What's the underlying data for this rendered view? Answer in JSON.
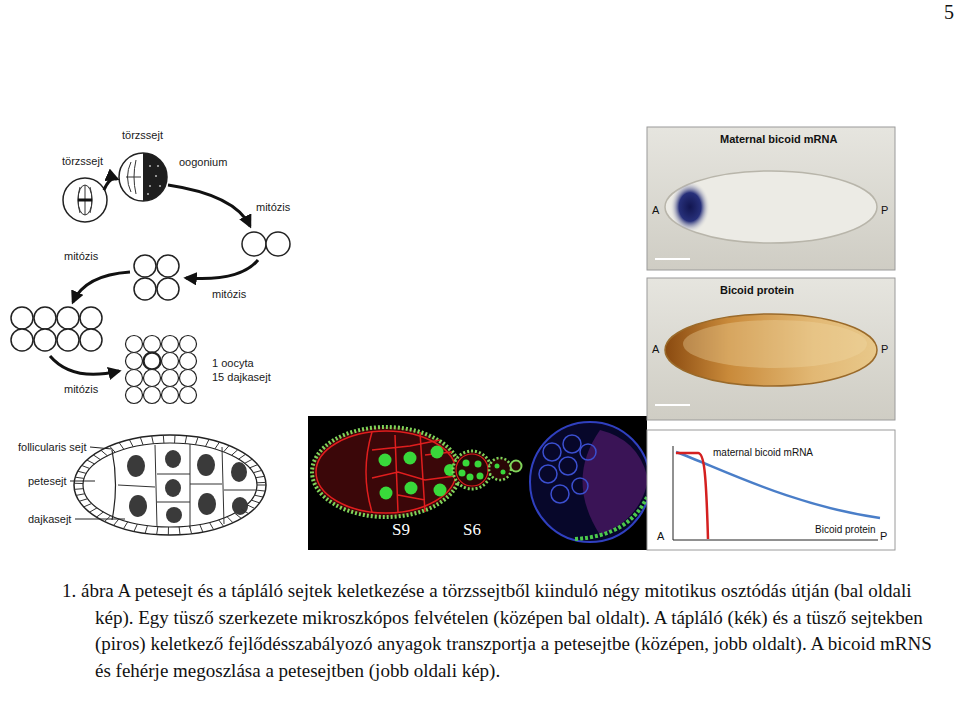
{
  "diagram": {
    "caption": "1. ábra A petesejt és a tápláló sejtek keletkezése a törzssejtből kiinduló négy mitotikus osztódás útján (bal oldali kép). Egy tüsző szerkezete mikroszkópos felvételen (középen bal oldalt). A tápláló (kék) és a tüsző sejtekben (piros) keletkező fejlődésszabályozó anyagok transzportja a petesejtbe (középen, jobb oldalt). A bicoid mRNS és fehérje megoszlása a petesejtben (jobb oldali kép).",
    "nodes": [
      {
        "text": [
          "Maternal bicoid mRNA",
          "A",
          "P"
        ]
      },
      {
        "text": [
          "Bicoid protein",
          "A",
          "P"
        ]
      },
      {
        "text": [
          "S9",
          "S6"
        ]
      },
      {
        "text": [
          "maternal bicoid mRNA",
          "Bicoid protein",
          "A",
          "P"
        ]
      }
    ],
    "labels": [
      "5",
      "törzssejt",
      "törzssejt",
      "oogonium",
      "mitózis",
      "mitózis",
      "mitózis",
      "mitózis",
      "1 oocyta",
      "15 dajkasejt",
      "follicularis sejt",
      "petesejt",
      "dajkasejt"
    ]
  }
}
